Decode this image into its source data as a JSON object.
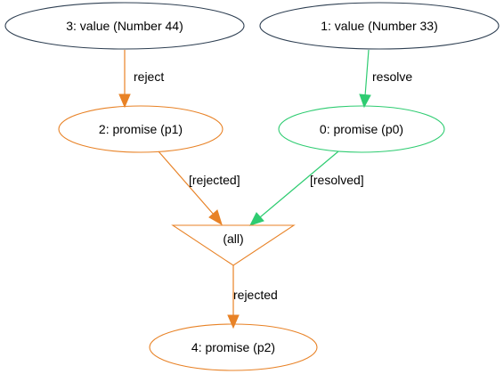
{
  "colors": {
    "value": "#2e3f52",
    "rejected": "#e88226",
    "resolved": "#2ecc71",
    "text": "#000000"
  },
  "nodes": {
    "n3": {
      "label": "3: value (Number 44)",
      "kind": "value"
    },
    "n1": {
      "label": "1: value (Number 33)",
      "kind": "value"
    },
    "n2": {
      "label": "2: promise (p1)",
      "kind": "rejected"
    },
    "n0": {
      "label": "0: promise (p0)",
      "kind": "resolved"
    },
    "all": {
      "label": "(all)",
      "kind": "rejected"
    },
    "n4": {
      "label": "4: promise (p2)",
      "kind": "rejected"
    }
  },
  "edges": {
    "e3_2": {
      "from": "n3",
      "to": "n2",
      "label": "reject",
      "kind": "rejected"
    },
    "e1_0": {
      "from": "n1",
      "to": "n0",
      "label": "resolve",
      "kind": "resolved"
    },
    "e2_all": {
      "from": "n2",
      "to": "all",
      "label": "[rejected]",
      "kind": "rejected"
    },
    "e0_all": {
      "from": "n0",
      "to": "all",
      "label": "[resolved]",
      "kind": "resolved"
    },
    "eall_4": {
      "from": "all",
      "to": "n4",
      "label": "rejected",
      "kind": "rejected"
    }
  }
}
